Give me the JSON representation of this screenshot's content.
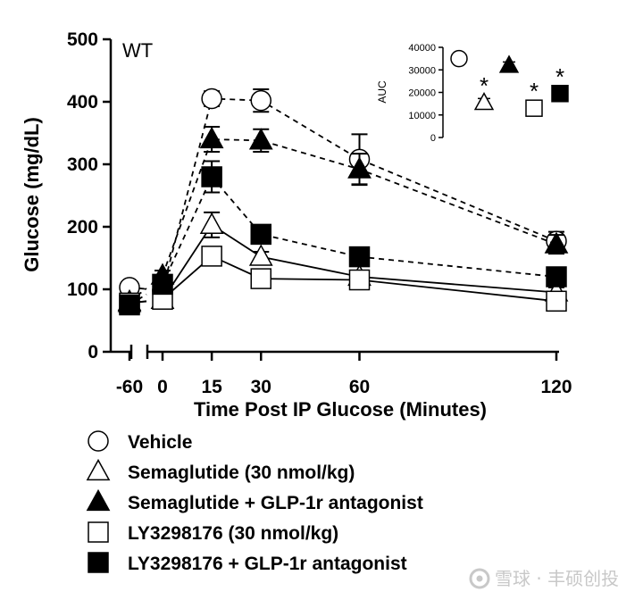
{
  "chart_data": {
    "type": "line",
    "panel_label": "WT",
    "ylabel": "Glucose (mg/dL)",
    "xlabel": "Time Post IP Glucose (Minutes)",
    "ylim": [
      0,
      500
    ],
    "y_ticks": [
      0,
      100,
      200,
      300,
      400,
      500
    ],
    "x_ticks": [
      -60,
      0,
      15,
      30,
      60,
      120
    ],
    "x_axis_break": true,
    "grid": false,
    "legend_position": "bottom",
    "series": [
      {
        "name": "Vehicle",
        "marker": "circle-open",
        "line": "dashed",
        "x": [
          -60,
          0,
          15,
          30,
          60,
          120
        ],
        "y": [
          103,
          98,
          405,
          402,
          308,
          177
        ],
        "err": [
          4,
          8,
          12,
          18,
          40,
          15
        ]
      },
      {
        "name": "Semaglutide (30 nmol/kg)",
        "marker": "triangle-open",
        "line": "solid",
        "x": [
          -60,
          0,
          15,
          30,
          60,
          120
        ],
        "y": [
          78,
          83,
          203,
          152,
          120,
          95
        ],
        "err": [
          4,
          6,
          20,
          8,
          10,
          8
        ]
      },
      {
        "name": "Semaglutide + GLP-1r antagonist",
        "marker": "triangle-filled",
        "line": "dashed",
        "x": [
          -60,
          0,
          15,
          30,
          60,
          120
        ],
        "y": [
          80,
          122,
          340,
          338,
          292,
          172
        ],
        "err": [
          4,
          8,
          20,
          18,
          25,
          15
        ]
      },
      {
        "name": "LY3298176 (30 nmol/kg)",
        "marker": "square-open",
        "line": "solid",
        "x": [
          -60,
          0,
          15,
          30,
          60,
          120
        ],
        "y": [
          78,
          84,
          153,
          117,
          115,
          81
        ],
        "err": [
          4,
          5,
          12,
          10,
          8,
          5
        ]
      },
      {
        "name": "LY3298176 + GLP-1r antagonist",
        "marker": "square-filled",
        "line": "dashed",
        "x": [
          -60,
          0,
          15,
          30,
          60,
          120
        ],
        "y": [
          75,
          108,
          280,
          188,
          152,
          120
        ],
        "err": [
          4,
          6,
          25,
          8,
          10,
          8
        ]
      }
    ],
    "inset": {
      "type": "scatter",
      "ylabel": "AUC",
      "ylim": [
        0,
        40000
      ],
      "y_ticks": [
        0,
        10000,
        20000,
        30000,
        40000
      ],
      "values": [
        35000,
        15500,
        32000,
        13000,
        19500
      ],
      "err": [
        0,
        1800,
        1500,
        0,
        0
      ],
      "markers": [
        "circle-open",
        "triangle-open",
        "triangle-filled",
        "square-open",
        "square-filled"
      ],
      "significance": [
        "",
        "*",
        "",
        "*",
        "*"
      ]
    }
  },
  "watermark": {
    "text": "雪球 · 丰硕创投"
  }
}
